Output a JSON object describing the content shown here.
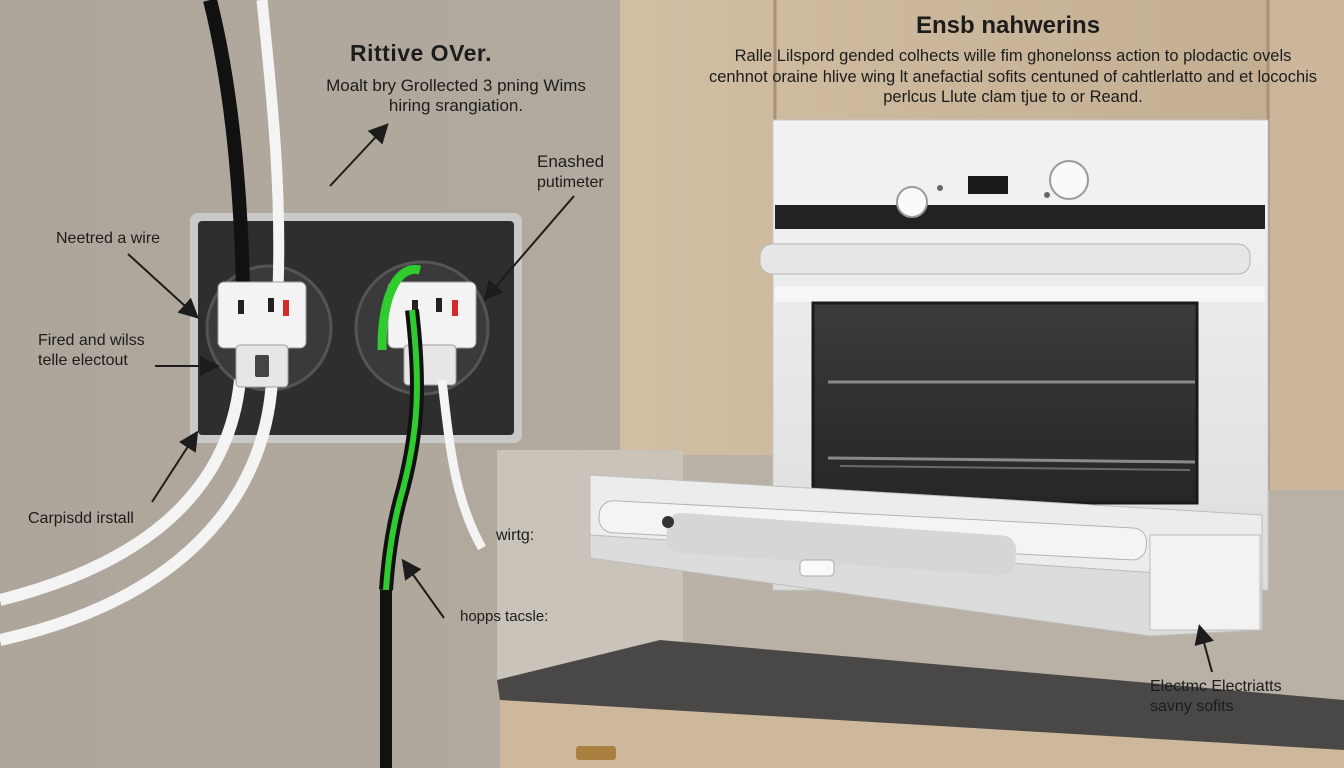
{
  "labels": {
    "left_title": "Rittive OVer.",
    "left_subtitle": "Moalt bry Grollected 3 pning Wims hiring srangiation.",
    "right_title": "Ensb nahwerins",
    "right_paragraph": "Ralle Lilspord gended colhects wille fim ghonelonss action to plodactic ovels cenhnot oraine hlive wing lt anefactial sofits centuned of cahtlerlatto and et locochis perlcus Llute clam tjue to or Reand.",
    "enashed": "Enashed",
    "putimeter": "putimeter",
    "neetred": "Neetred a wire",
    "fired_line1": "Fired and wilss",
    "fired_line2": "telle electout",
    "carpisd": "Carpisdd irstall",
    "wiring": "wirtg:",
    "hopps": "hopps tacsle:",
    "electric_line1": "Electmc Electriatts",
    "electric_line2": "savny sofits"
  },
  "colors": {
    "wall": "#a9a196",
    "cabinet": "#c8b49a",
    "oven": "#ececec",
    "outlet_plate": "#2e2e2e",
    "green_wire": "#2ecc2e",
    "countertop": "#4a4846"
  },
  "icons": [
    "outlet-left-icon",
    "outlet-right-icon",
    "oven-knob-icon",
    "pointer-arrow-icon"
  ]
}
